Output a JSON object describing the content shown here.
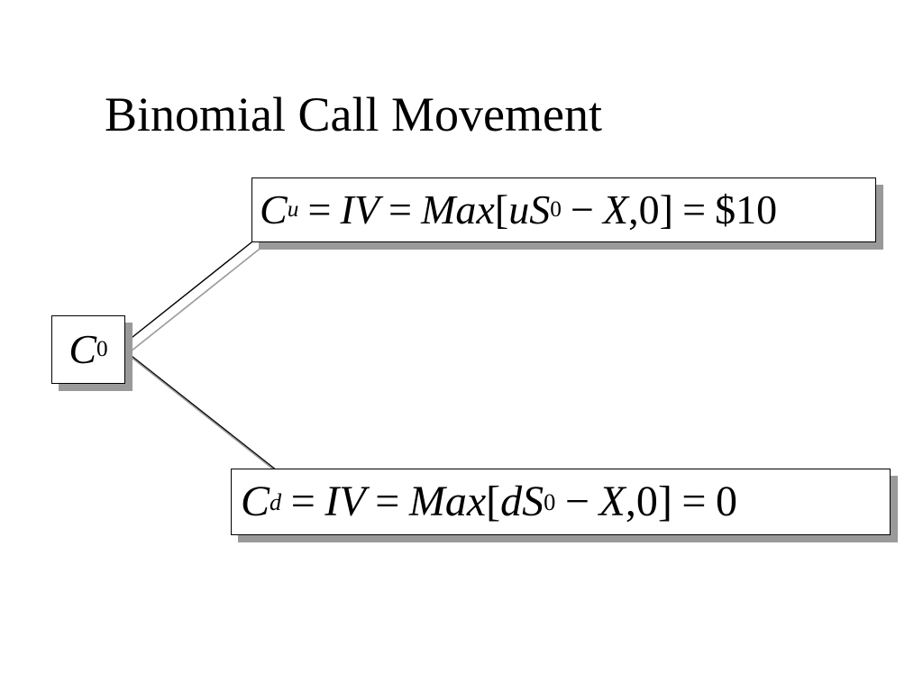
{
  "title": "Binomial Call Movement",
  "root_node": {
    "symbol": "C",
    "subscript": "0"
  },
  "up_node": {
    "symbol": "C",
    "subscript": "u",
    "eq1": "=",
    "iv": "IV",
    "eq2": "=",
    "max": "Max",
    "open_bracket": "[",
    "factor": "u",
    "price": "S",
    "price_subscript": "0",
    "minus": "−",
    "strike": "X",
    "comma_zero": ",0",
    "close_bracket": "]",
    "eq3": "=",
    "result": "$10"
  },
  "down_node": {
    "symbol": "C",
    "subscript": "d",
    "eq1": "=",
    "iv": "IV",
    "eq2": "=",
    "max": "Max",
    "open_bracket": "[",
    "factor": "d",
    "price": "S",
    "price_subscript": "0",
    "minus": "−",
    "strike": "X",
    "comma_zero": ",0",
    "close_bracket": "]",
    "eq3": "=",
    "result": "0"
  },
  "colors": {
    "shadow": "#9a9a9a",
    "line": "#000000",
    "background": "#ffffff"
  }
}
